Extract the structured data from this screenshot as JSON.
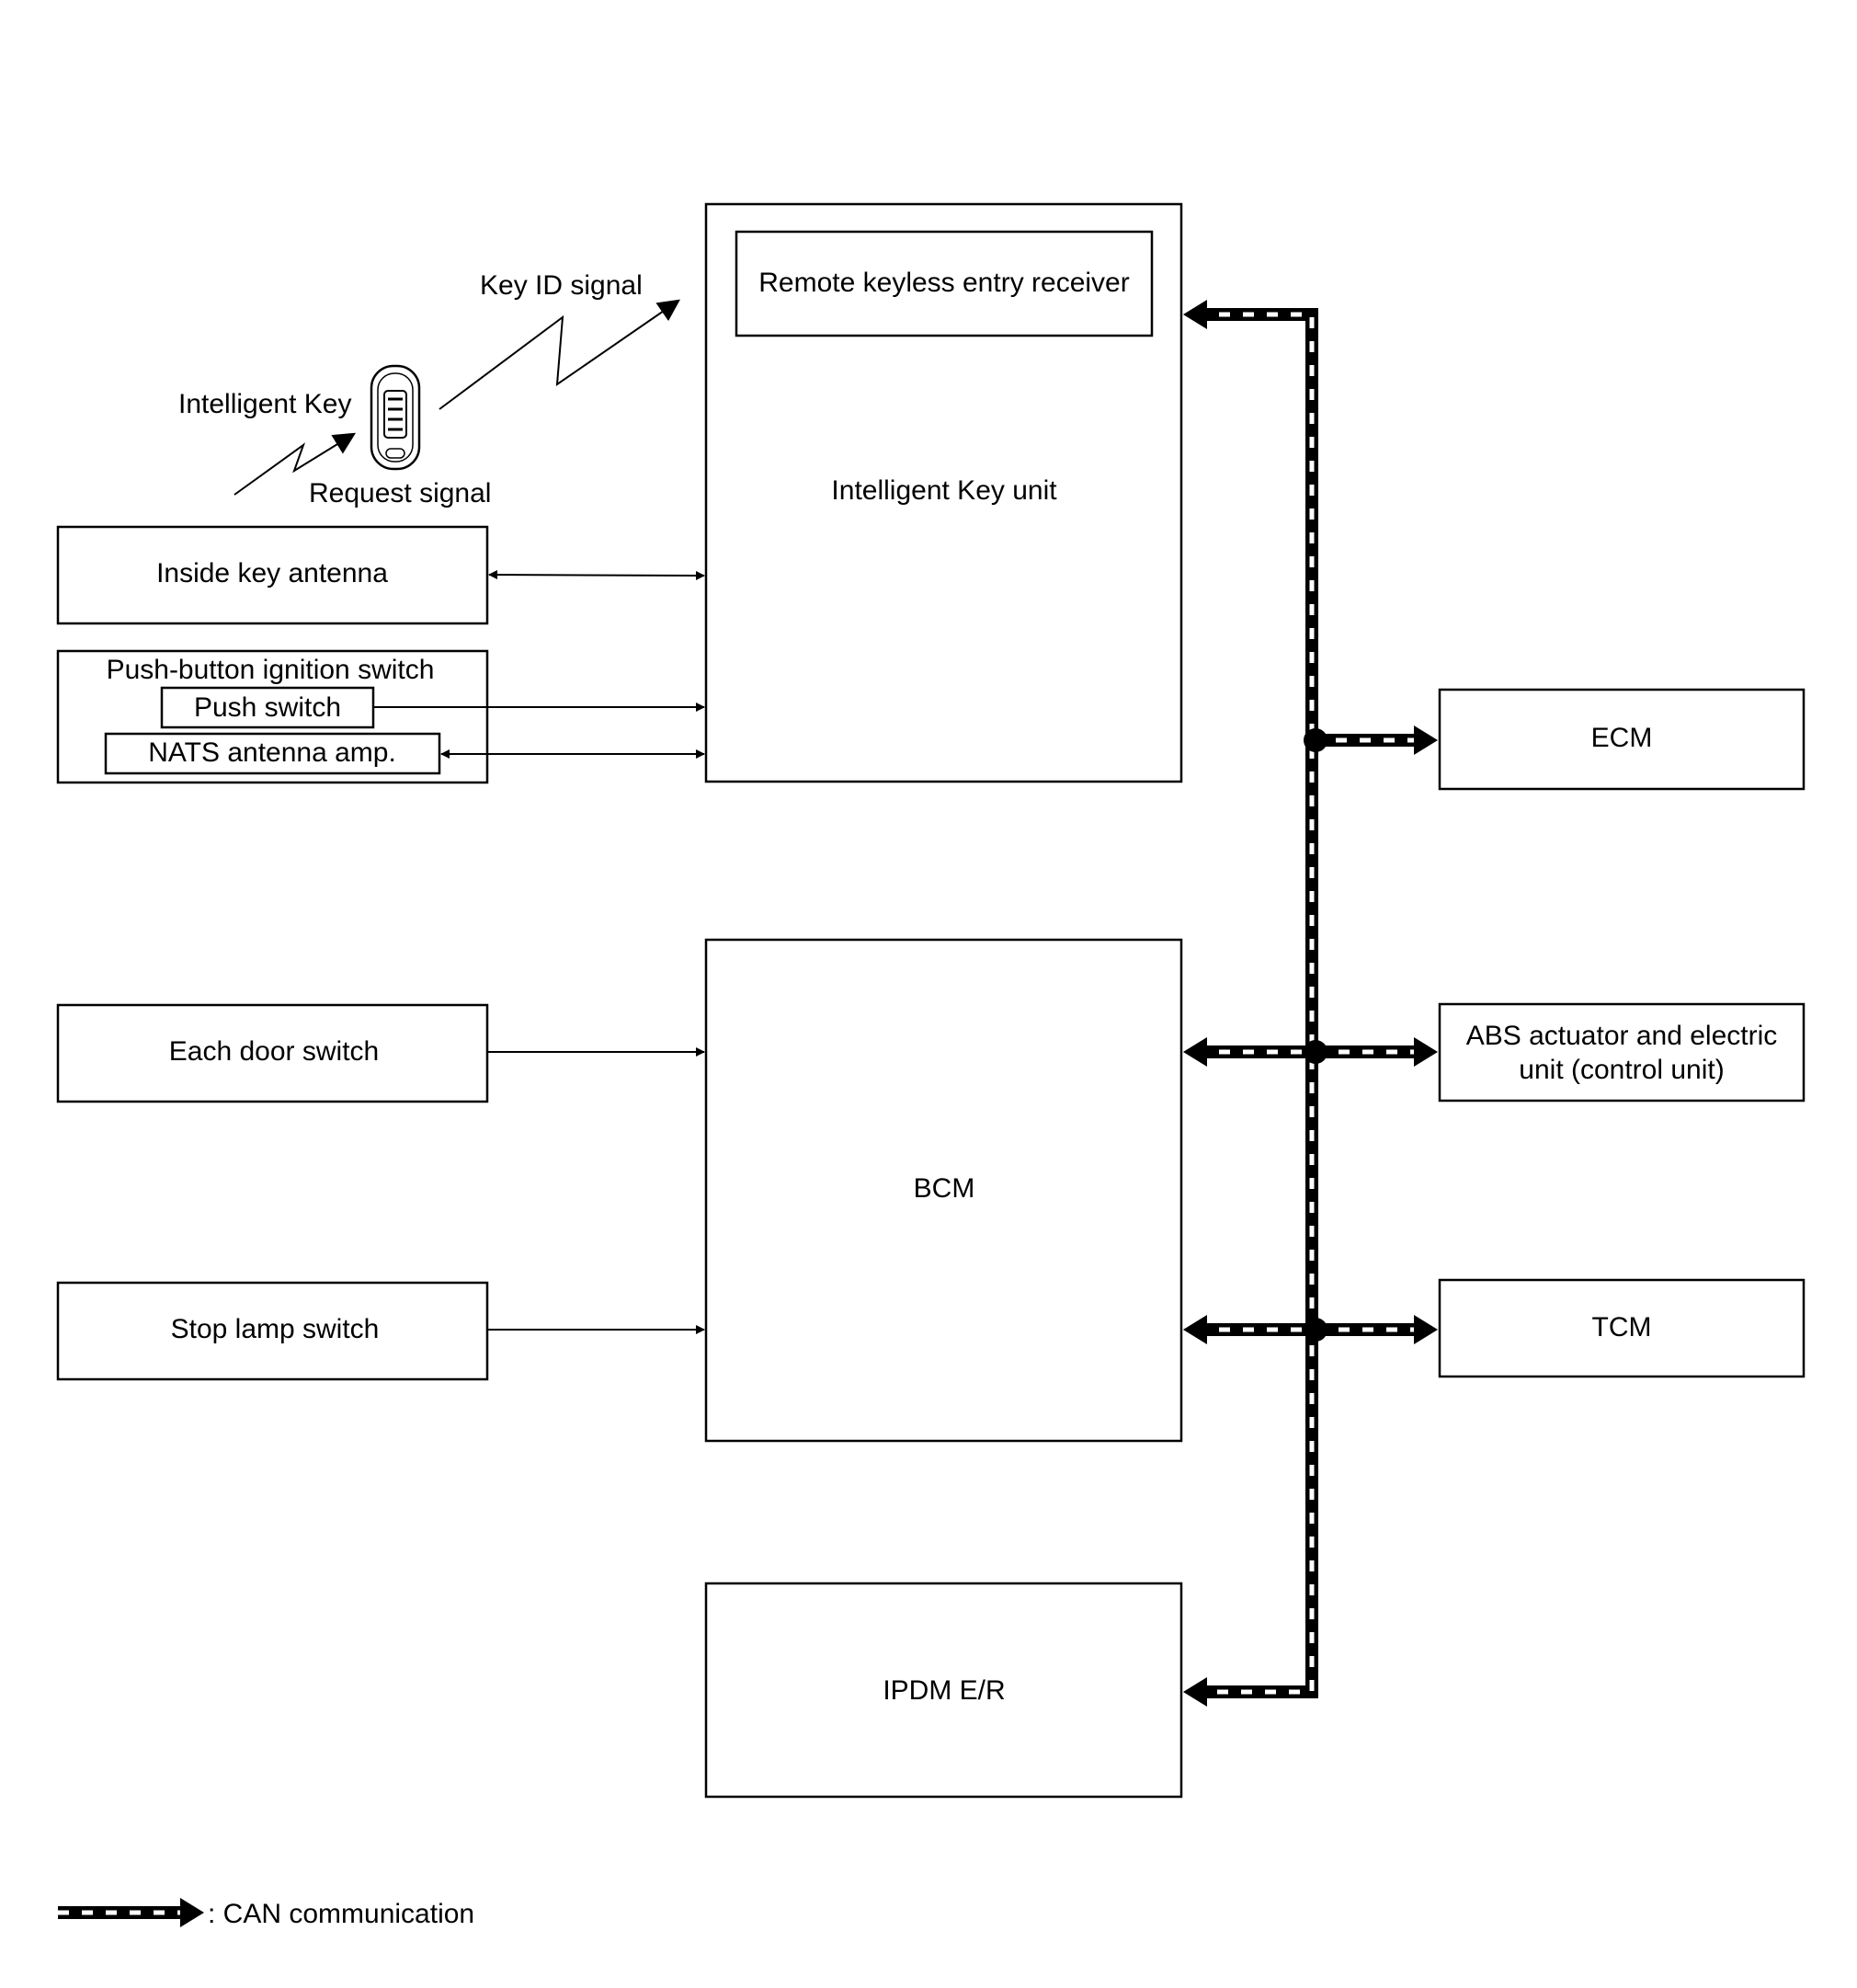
{
  "labels": {
    "key_id_signal": "Key ID signal",
    "intelligent_key": "Intelligent Key",
    "request_signal": "Request signal",
    "legend": ": CAN communication"
  },
  "boxes": {
    "remote_receiver": "Remote keyless entry receiver",
    "intelligent_key_unit": "Intelligent Key unit",
    "inside_key_antenna": "Inside key antenna",
    "push_button_ignition": "Push-button ignition switch",
    "push_switch": "Push switch",
    "nats_antenna": "NATS antenna amp.",
    "each_door_switch": "Each door switch",
    "stop_lamp_switch": "Stop lamp switch",
    "bcm": "BCM",
    "ipdm": "IPDM E/R",
    "ecm": "ECM",
    "abs_line1": "ABS actuator and electric",
    "abs_line2": "unit (control unit)",
    "tcm": "TCM"
  }
}
